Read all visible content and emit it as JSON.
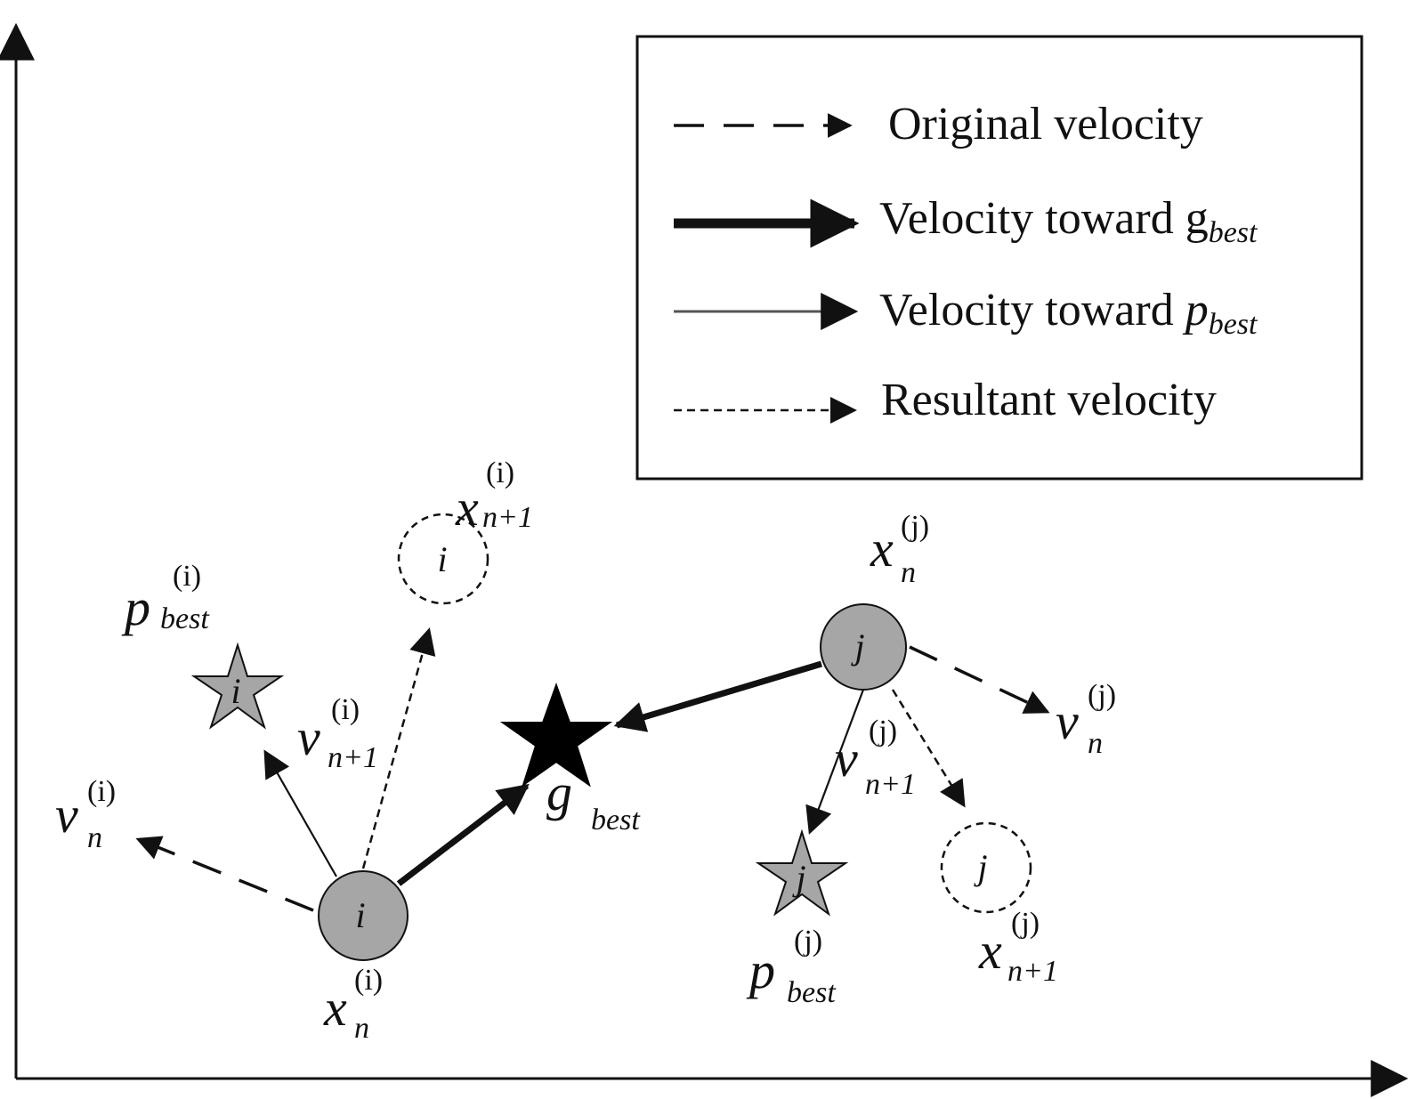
{
  "legend": {
    "original_velocity": "Original velocity",
    "velocity_toward_prefix": "Velocity toward ",
    "gbest_symbol": "g",
    "gbest_sub": "best",
    "pbest_symbol": "p",
    "pbest_sub": "best",
    "resultant_velocity": "Resultant velocity"
  },
  "labels": {
    "x": "x",
    "v": "v",
    "p": "p",
    "g": "g",
    "sub_n": "n",
    "sub_n1": "n+1",
    "sub_best": "best",
    "sup_i": "(i)",
    "sup_j": "(j)"
  },
  "nodes": {
    "i": "i",
    "j": "j"
  },
  "colors": {
    "particle_fill": "#a6a6a6",
    "pbest_star_fill": "#a6a6a6",
    "gbest_star_fill": "#000000",
    "stroke": "#111111"
  }
}
